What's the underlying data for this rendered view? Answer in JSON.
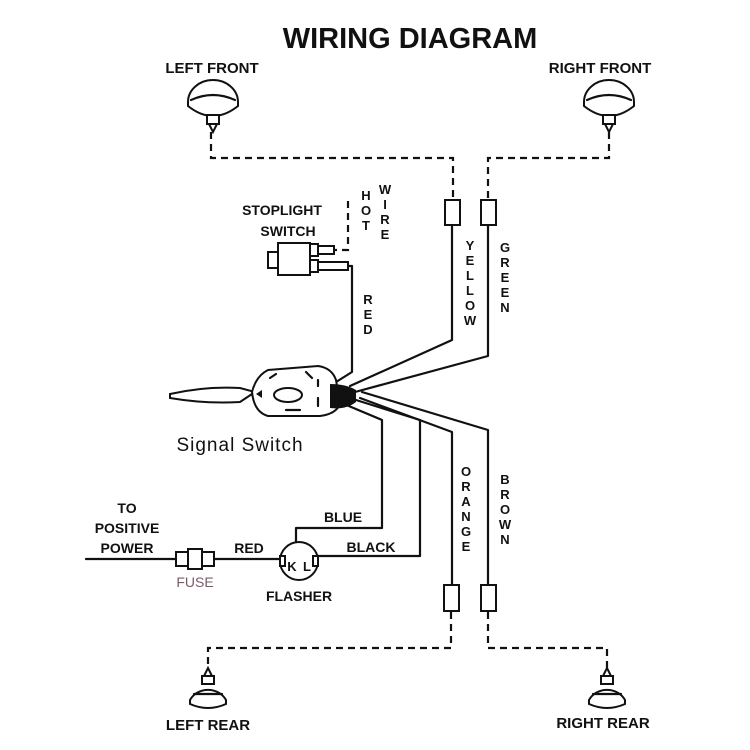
{
  "title": "WIRING DIAGRAM",
  "lamps": {
    "left_front": "LEFT FRONT",
    "right_front": "RIGHT FRONT",
    "left_rear": "LEFT REAR",
    "right_rear": "RIGHT REAR"
  },
  "stoplight_switch": [
    "STOPLIGHT",
    "SWITCH"
  ],
  "hot_wire": [
    "HOT",
    "WIRE"
  ],
  "wire_colors": {
    "yellow": "YELLOW",
    "green": "GREEN",
    "red_vertical": "RED",
    "orange": "ORANGE",
    "brown": "BROWN",
    "blue": "BLUE",
    "black": "BLACK",
    "red_power": "RED"
  },
  "signal_switch": "Signal Switch",
  "power_source": [
    "TO",
    "POSITIVE",
    "POWER"
  ],
  "fuse": "FUSE",
  "flasher": "FLASHER",
  "flasher_terminals": [
    "K",
    "L"
  ],
  "colors": {
    "line": "#111111",
    "fuse_label": "#7a5a6a"
  }
}
